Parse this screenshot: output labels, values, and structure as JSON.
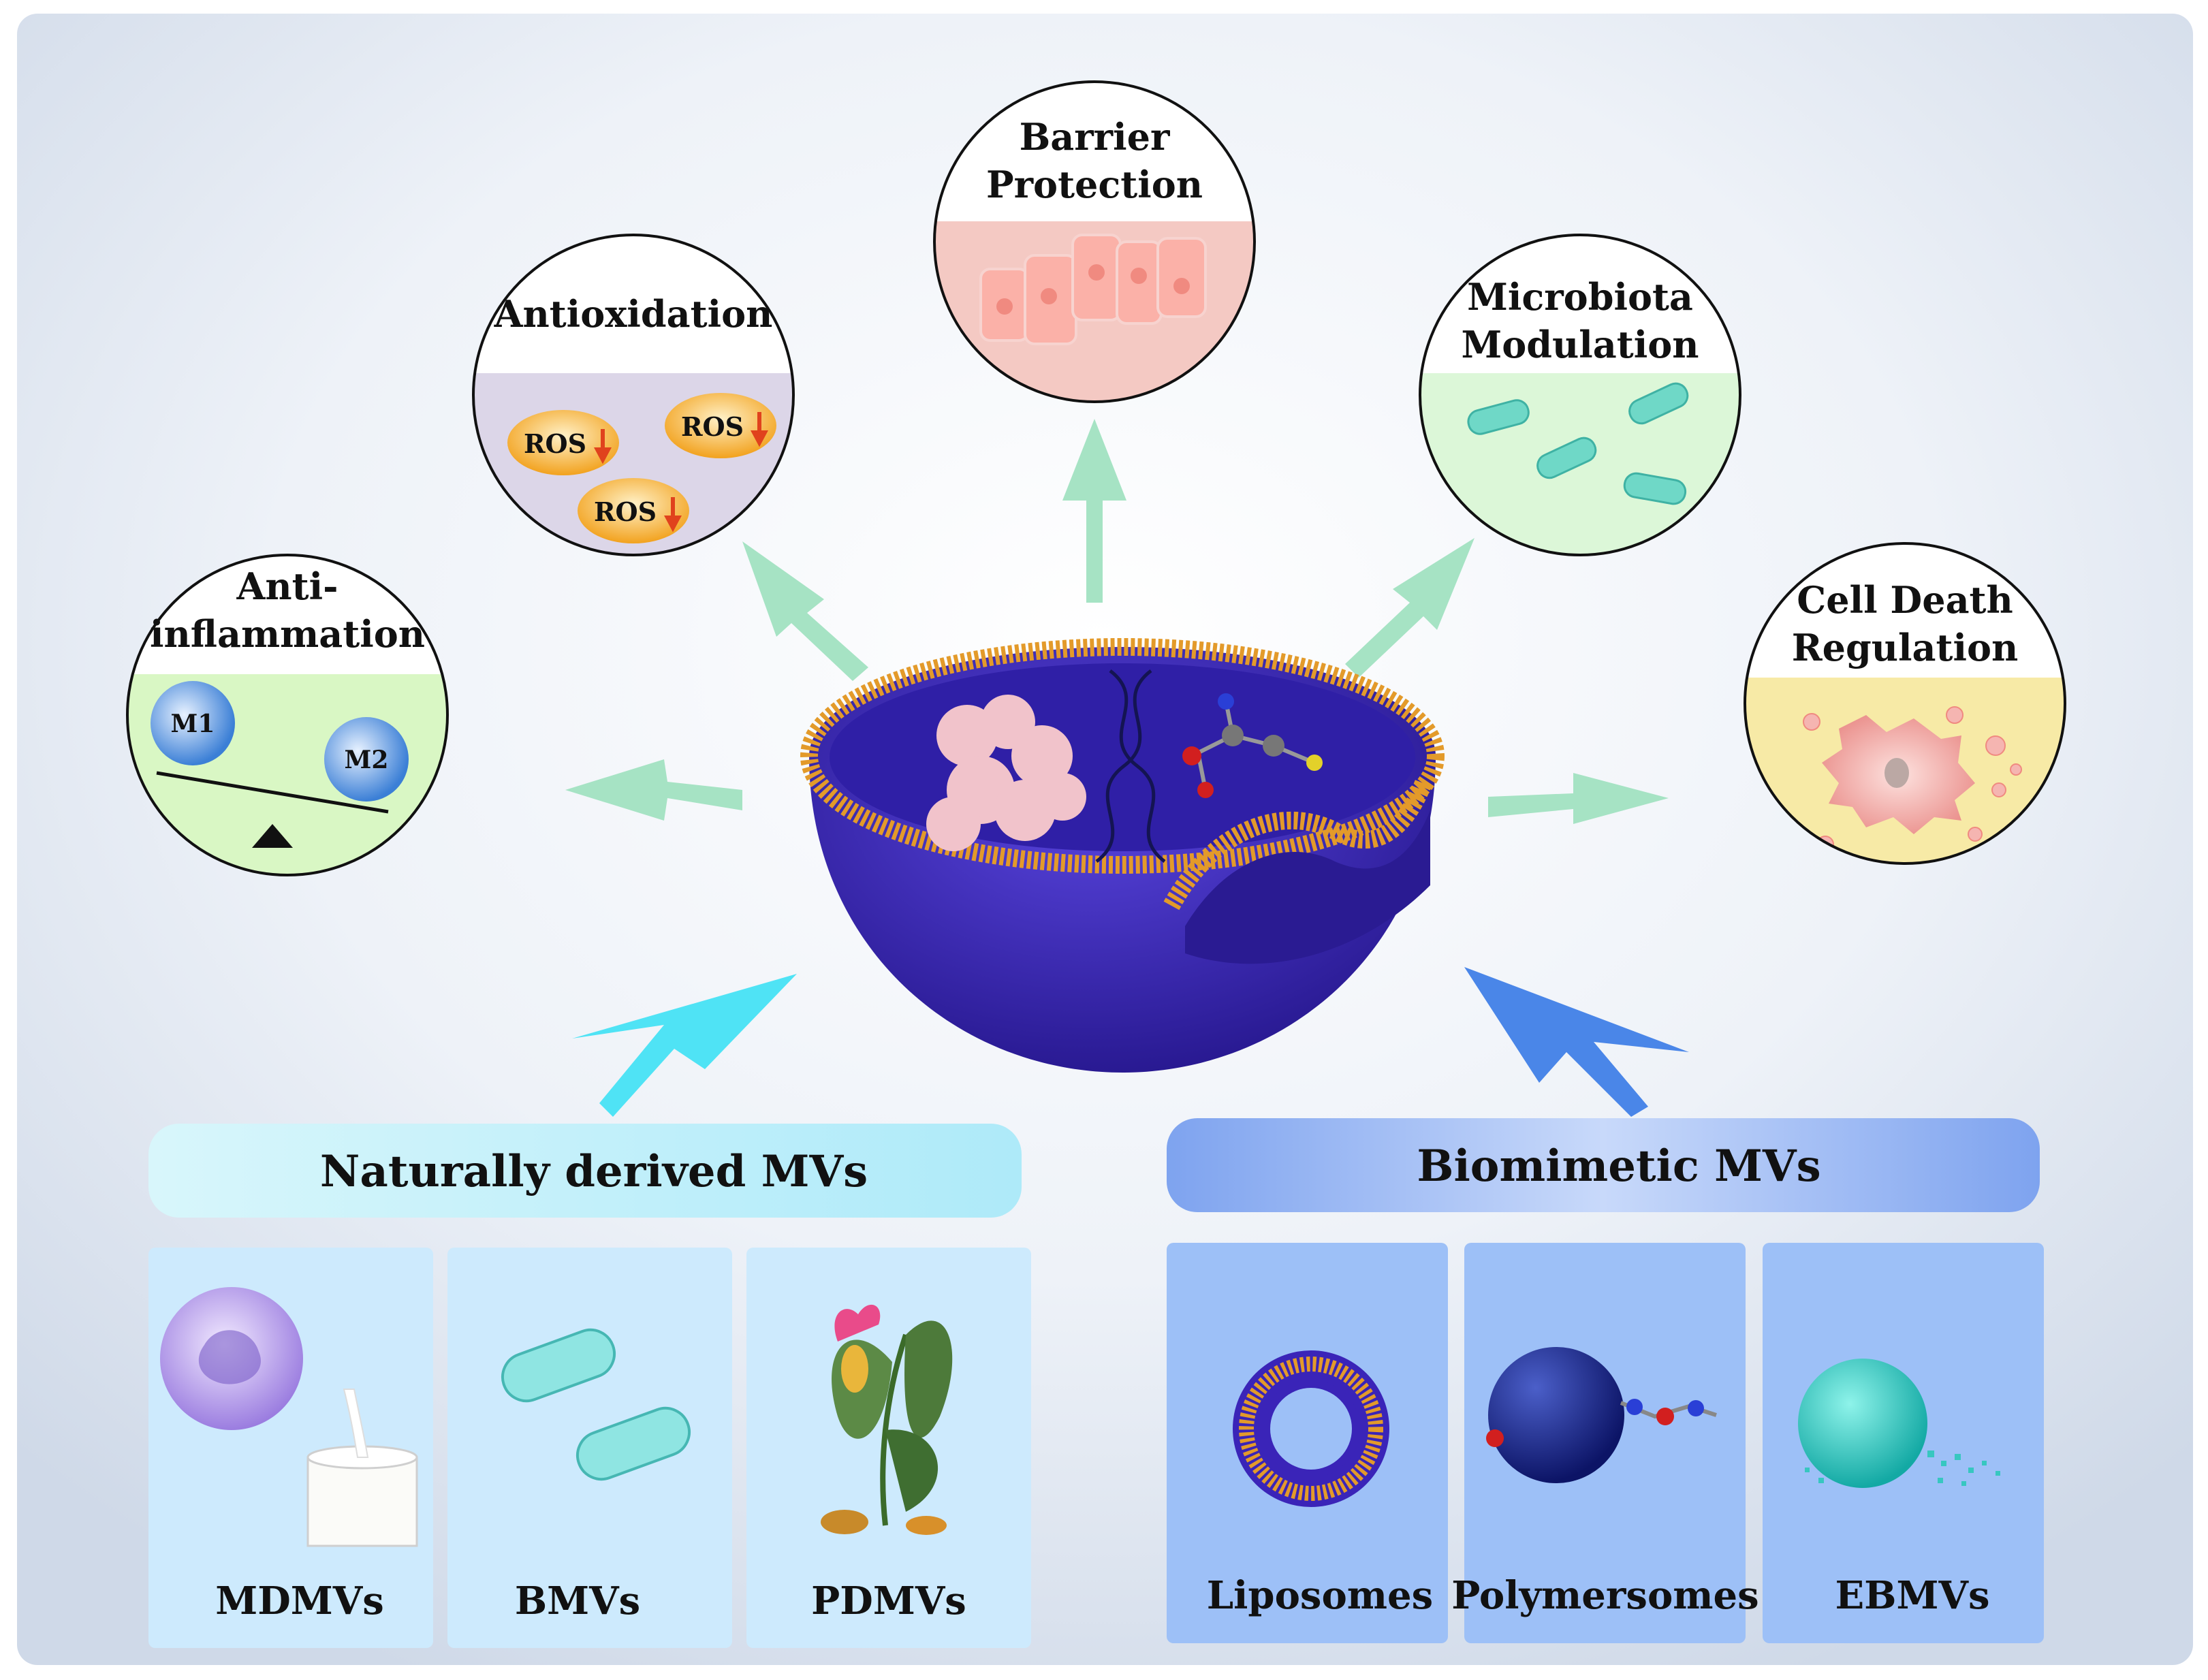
{
  "functions": {
    "anti_inflammation": {
      "title_line1": "Anti-",
      "title_line2": "inflammation",
      "cell_m1": "M1",
      "cell_m2": "M2"
    },
    "antioxidation": {
      "title": "Antioxidation",
      "ros_label": "ROS"
    },
    "barrier_protection": {
      "title_line1": "Barrier",
      "title_line2": "Protection"
    },
    "microbiota_modulation": {
      "title_line1": "Microbiota",
      "title_line2": "Modulation"
    },
    "cell_death_regulation": {
      "title_line1": "Cell Death",
      "title_line2": "Regulation"
    }
  },
  "naturally_derived": {
    "banner": "Naturally derived MVs",
    "items": [
      {
        "label": "MDMVs"
      },
      {
        "label": "BMVs"
      },
      {
        "label": "PDMVs"
      }
    ]
  },
  "biomimetic": {
    "banner": "Biomimetic MVs",
    "items": [
      {
        "label": "Liposomes"
      },
      {
        "label": "Polymersomes"
      },
      {
        "label": "EBMVs"
      }
    ]
  },
  "colors": {
    "light_green_arrow": "#a6e3c4",
    "cyan_arrow": "#4fe3f5",
    "blue_arrow": "#4a86e8",
    "vesicle_purple": "#3a24b8",
    "membrane_orange": "#e39a2a",
    "natural_panel": "#cdeafd",
    "natural_banner": "#bff0fb",
    "biomimetic_panel": "#9dc0f7",
    "biomimetic_banner": "#7fa5f0"
  }
}
